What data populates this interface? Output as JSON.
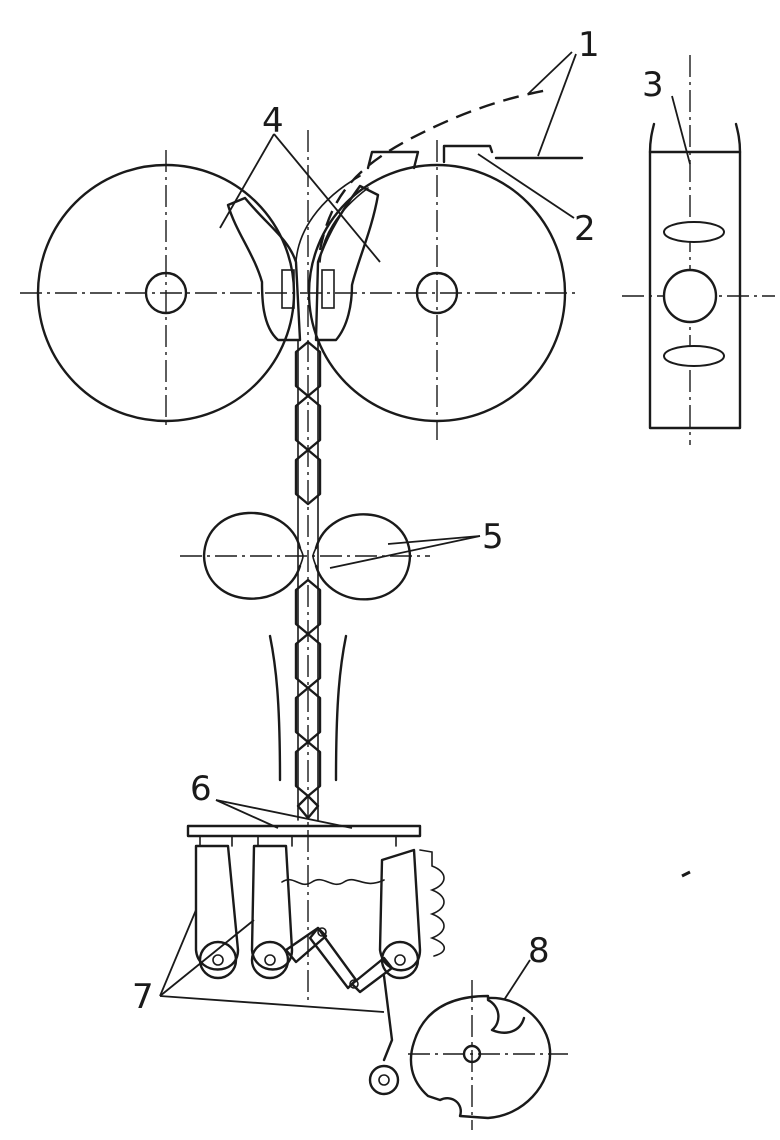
{
  "callouts": [
    {
      "id": "1",
      "text": "1"
    },
    {
      "id": "2",
      "text": "2"
    },
    {
      "id": "3",
      "text": "3"
    },
    {
      "id": "4",
      "text": "4"
    },
    {
      "id": "5",
      "text": "5"
    },
    {
      "id": "6",
      "text": "6"
    },
    {
      "id": "7",
      "text": "7"
    },
    {
      "id": "8",
      "text": "8"
    }
  ],
  "colors": {
    "ink": "#1a1a1a",
    "paper": "#ffffff"
  }
}
